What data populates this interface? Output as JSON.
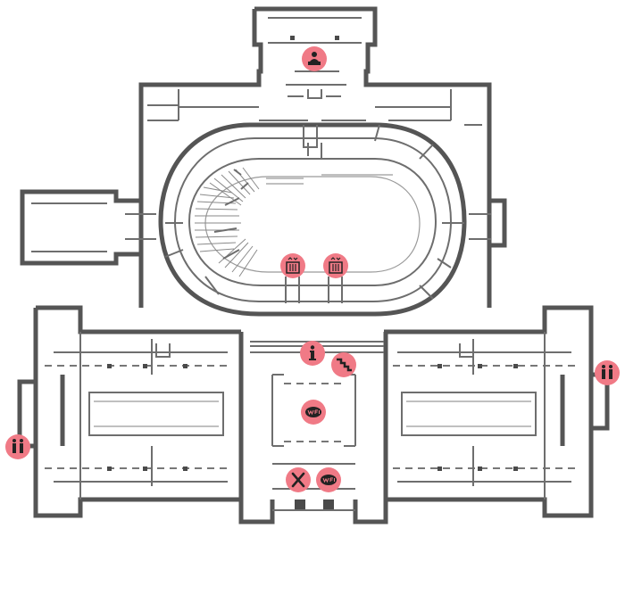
{
  "map": {
    "colors": {
      "wall": "#555555",
      "marker": "#F07A86",
      "icon": "#222222"
    },
    "markers": [
      {
        "id": "info-desk",
        "icon": "person-at-desk-icon"
      },
      {
        "id": "elevator-left",
        "icon": "elevator-icon"
      },
      {
        "id": "elevator-right",
        "icon": "elevator-icon"
      },
      {
        "id": "information",
        "icon": "info-icon"
      },
      {
        "id": "stairs",
        "icon": "stairs-icon"
      },
      {
        "id": "restroom-right",
        "icon": "restroom-icon"
      },
      {
        "id": "restroom-left",
        "icon": "restroom-icon"
      },
      {
        "id": "wifi-atrium",
        "icon": "wifi-icon"
      },
      {
        "id": "restaurant",
        "icon": "cutlery-icon"
      },
      {
        "id": "wifi-entrance",
        "icon": "wifi-icon"
      }
    ]
  }
}
